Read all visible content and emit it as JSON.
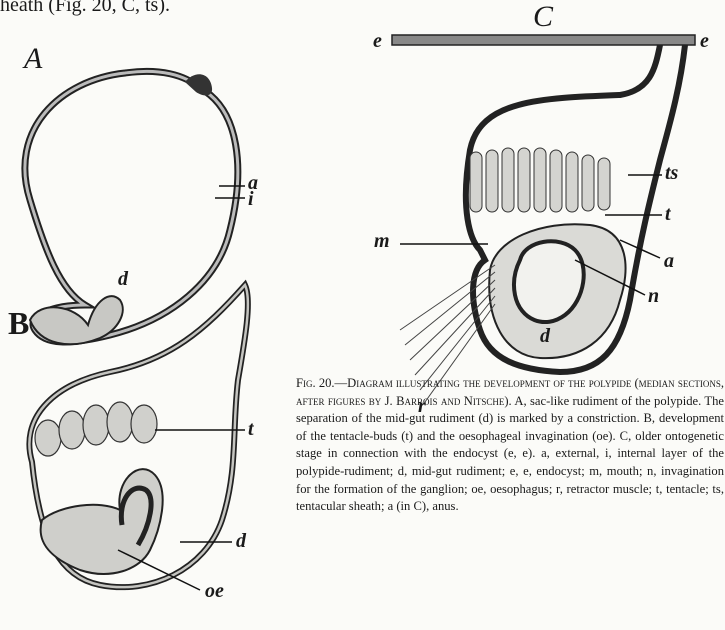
{
  "top_fragment": "heath (Fig. 20, C, ts).",
  "figure_letters": {
    "a": "A",
    "b": "B",
    "c": "C"
  },
  "labels": {
    "a_a": "a",
    "a_i": "i",
    "a_d": "d",
    "b_t": "t",
    "b_d": "d",
    "b_oe": "oe",
    "c_e_left": "e",
    "c_e_right": "e",
    "c_ts": "ts",
    "c_t": "t",
    "c_m": "m",
    "c_a": "a",
    "c_n": "n",
    "c_d": "d",
    "c_r": "r"
  },
  "caption": {
    "lead": "Fig. 20.—Diagram illustrating the development of the polypide (median sections, after figures by J. Barrois and Nitsche).",
    "body": "A, sac-like rudiment of the polypide. The separation of the mid-gut rudiment (d) is marked by a constriction. B, development of the tentacle-buds (t) and the oesophageal invagination (oe). C, older ontogenetic stage in connection with the endocyst (e, e). a, external, i, internal layer of the polypide-rudiment; d, mid-gut rudiment; e, e, endocyst; m, mouth; n, invagination for the formation of the ganglion; oe, oesophagus; r, retractor muscle; t, tentacle; ts, tentacular sheath; a (in C), anus."
  }
}
